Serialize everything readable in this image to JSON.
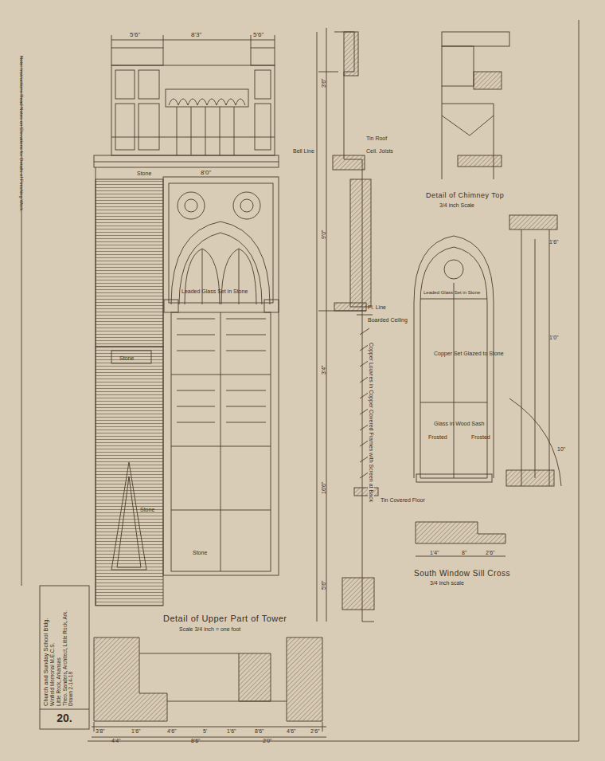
{
  "diagram": {
    "nodes": [
      {
        "text": [
          "Church and Sunday School Bldg.",
          "Winfield Memorial M.E.C.S.",
          "Little Rock, Arkansas",
          "Theo. Sanders, Architect, Little Rock, Ark.",
          "Drawn 2-14-18"
        ]
      },
      {
        "text": [
          "20."
        ],
        "in": 0
      }
    ],
    "labels": [
      "5'6\"",
      "8'3\"",
      "5'6\"",
      "Stone",
      "8'0\"",
      "Leaded Glass Set in Stone",
      "Stone",
      "Stone",
      "Stone",
      "Tin Roof",
      "Ceil. Joists",
      "Bell Line",
      "Fl. Line",
      "Boarded Ceiling",
      "Tin Covered Floor",
      "Copper Louvres in Copper Covered Frames with Screen at Back",
      "Detail of Upper Part of Tower",
      "Scale 3/4 inch = one foot",
      "Detail of Chimney Top",
      "3/4 inch Scale",
      "Leaded Glass Set in Stone",
      "Copper Set Glazed to Stone",
      "Glass in Wood Sash",
      "Frosted",
      "Frosted",
      "South Window Sill Cross",
      "3/4 inch scale",
      "Note: Instructions Read Notes on Elevations for Details of Finishing Work.",
      "3'8\"",
      "1'6\"",
      "4'6\"",
      "5'",
      "1'6\"",
      "8'6\"",
      "4'6\"",
      "2'6\"",
      "3'6\"",
      "9'0\"",
      "3'4\"",
      "16'6\"",
      "5'6\"",
      "1'6\"",
      "1'0\"",
      "10\"",
      "1'4\"",
      "8\"",
      "2'6\"",
      "4'4\"",
      "8'6\"",
      "2'0\""
    ]
  }
}
